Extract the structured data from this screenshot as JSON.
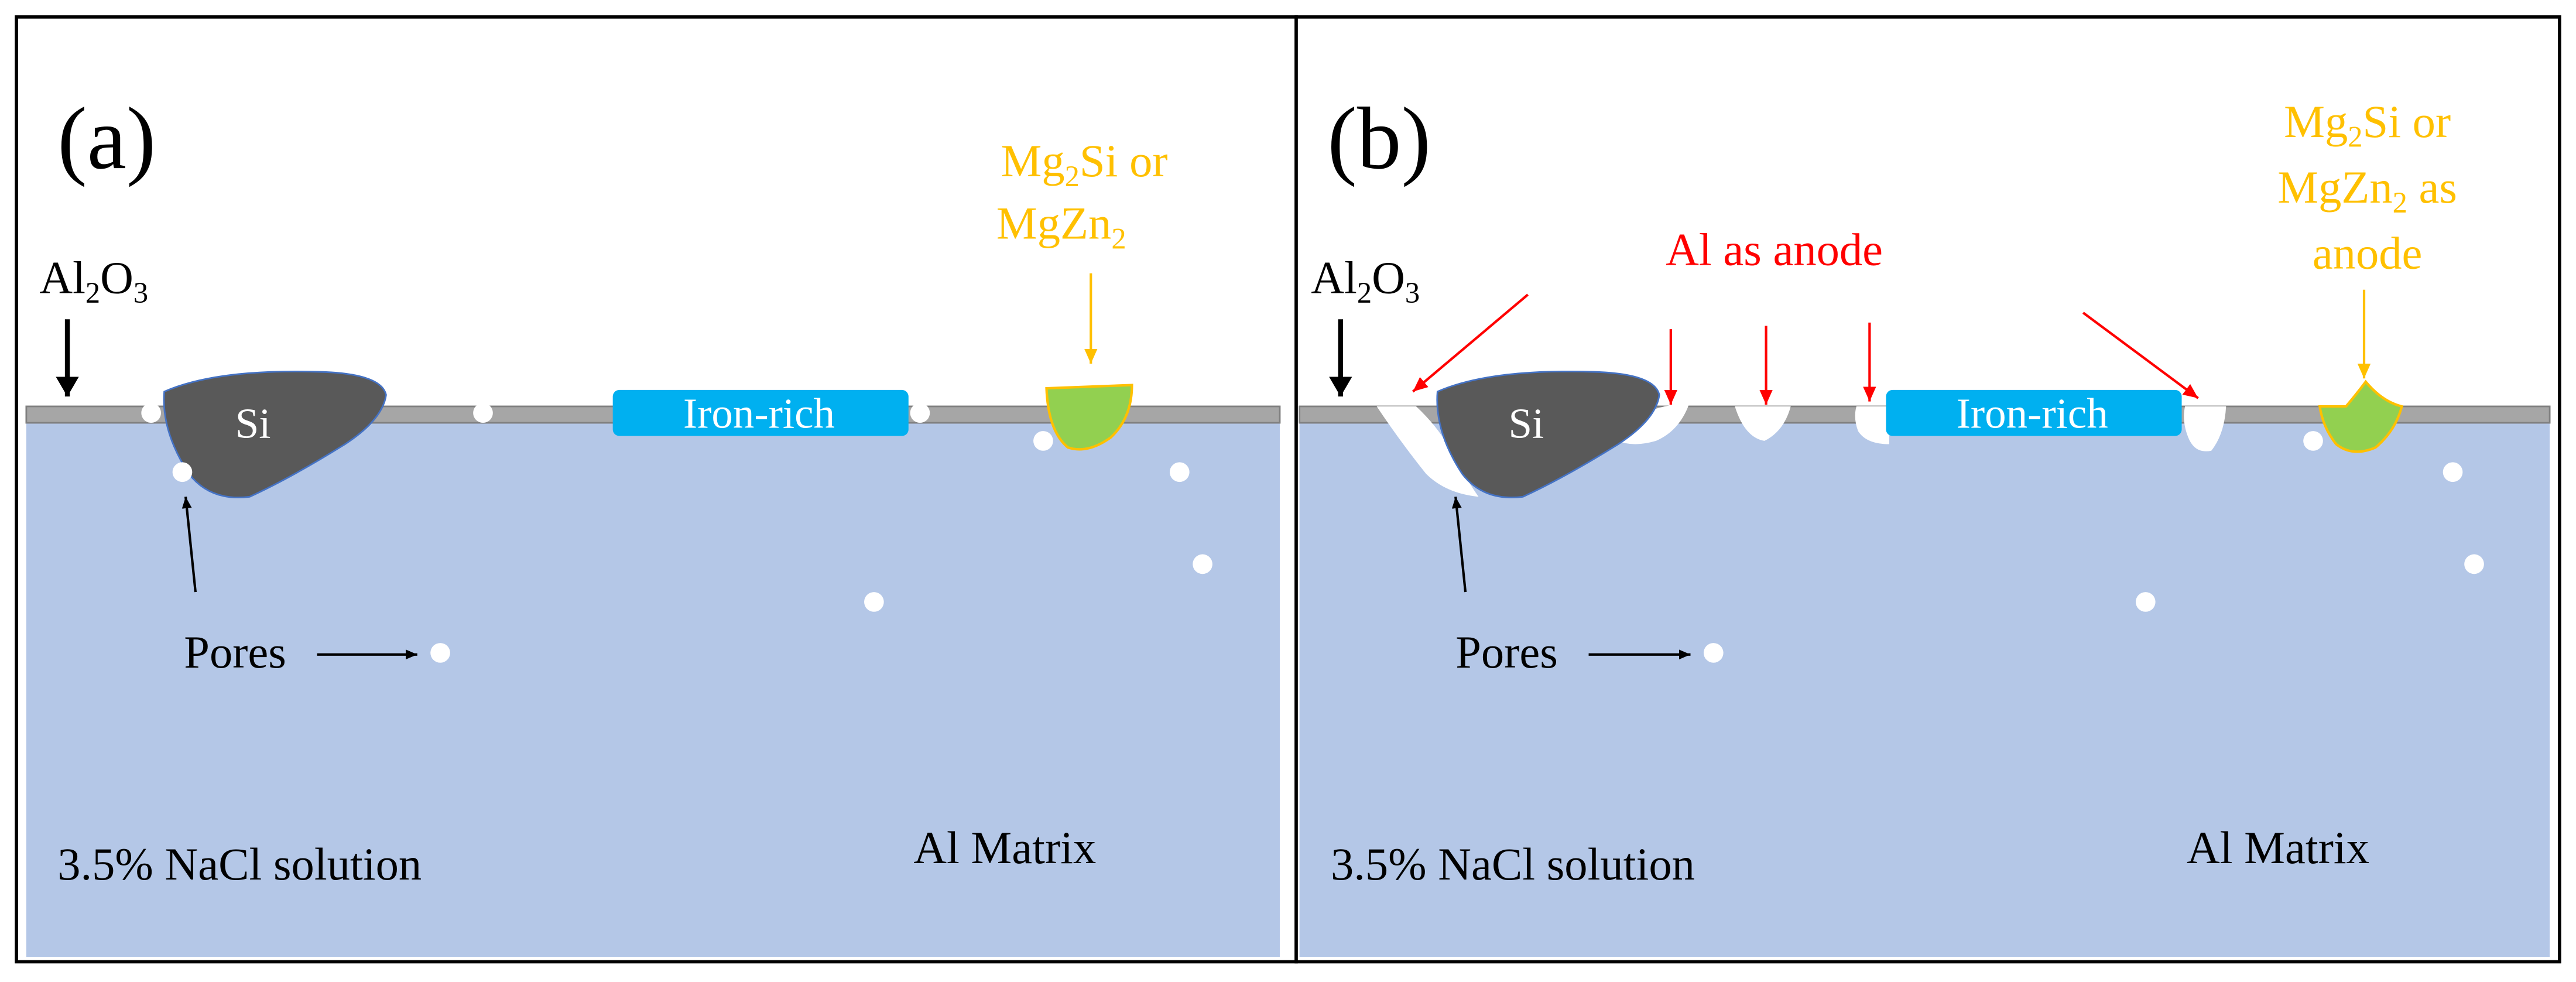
{
  "colors": {
    "matrix": "#B4C7E7",
    "oxide": "#A6A6A6",
    "silicon": "#595959",
    "iron_rich": "#00B0F0",
    "mg_phase": "#92D050",
    "mg_label": "#FFC000",
    "anode_label": "#FF0000",
    "text": "#000000",
    "pore": "#FFFFFF"
  },
  "panels": [
    {
      "panel_label": "(a)",
      "oxide_label_prefix": "Al",
      "oxide_sub1": "2",
      "oxide_mid": "O",
      "oxide_sub2": "3",
      "si_label": "Si",
      "iron_label": "Iron-rich",
      "mg_line1_prefix": "Mg",
      "mg_line1_sub": "2",
      "mg_line1_suffix": "Si or",
      "mg_line2_prefix": "MgZn",
      "mg_line2_sub": "2",
      "mg_line2_suffix": "",
      "pores_label": "Pores",
      "solution_label": "3.5% NaCl solution",
      "matrix_label": "Al Matrix"
    },
    {
      "panel_label": "(b)",
      "oxide_label_prefix": "Al",
      "oxide_sub1": "2",
      "oxide_mid": "O",
      "oxide_sub2": "3",
      "si_label": "Si",
      "iron_label": "Iron-rich",
      "anode_label": "Al as anode",
      "mg_line1_prefix": "Mg",
      "mg_line1_sub": "2",
      "mg_line1_suffix": "Si or",
      "mg_line2_prefix": "MgZn",
      "mg_line2_sub": "2",
      "mg_line2_suffix": " as",
      "mg_line3": "anode",
      "pores_label": "Pores",
      "solution_label": "3.5% NaCl solution",
      "matrix_label": "Al Matrix"
    }
  ]
}
